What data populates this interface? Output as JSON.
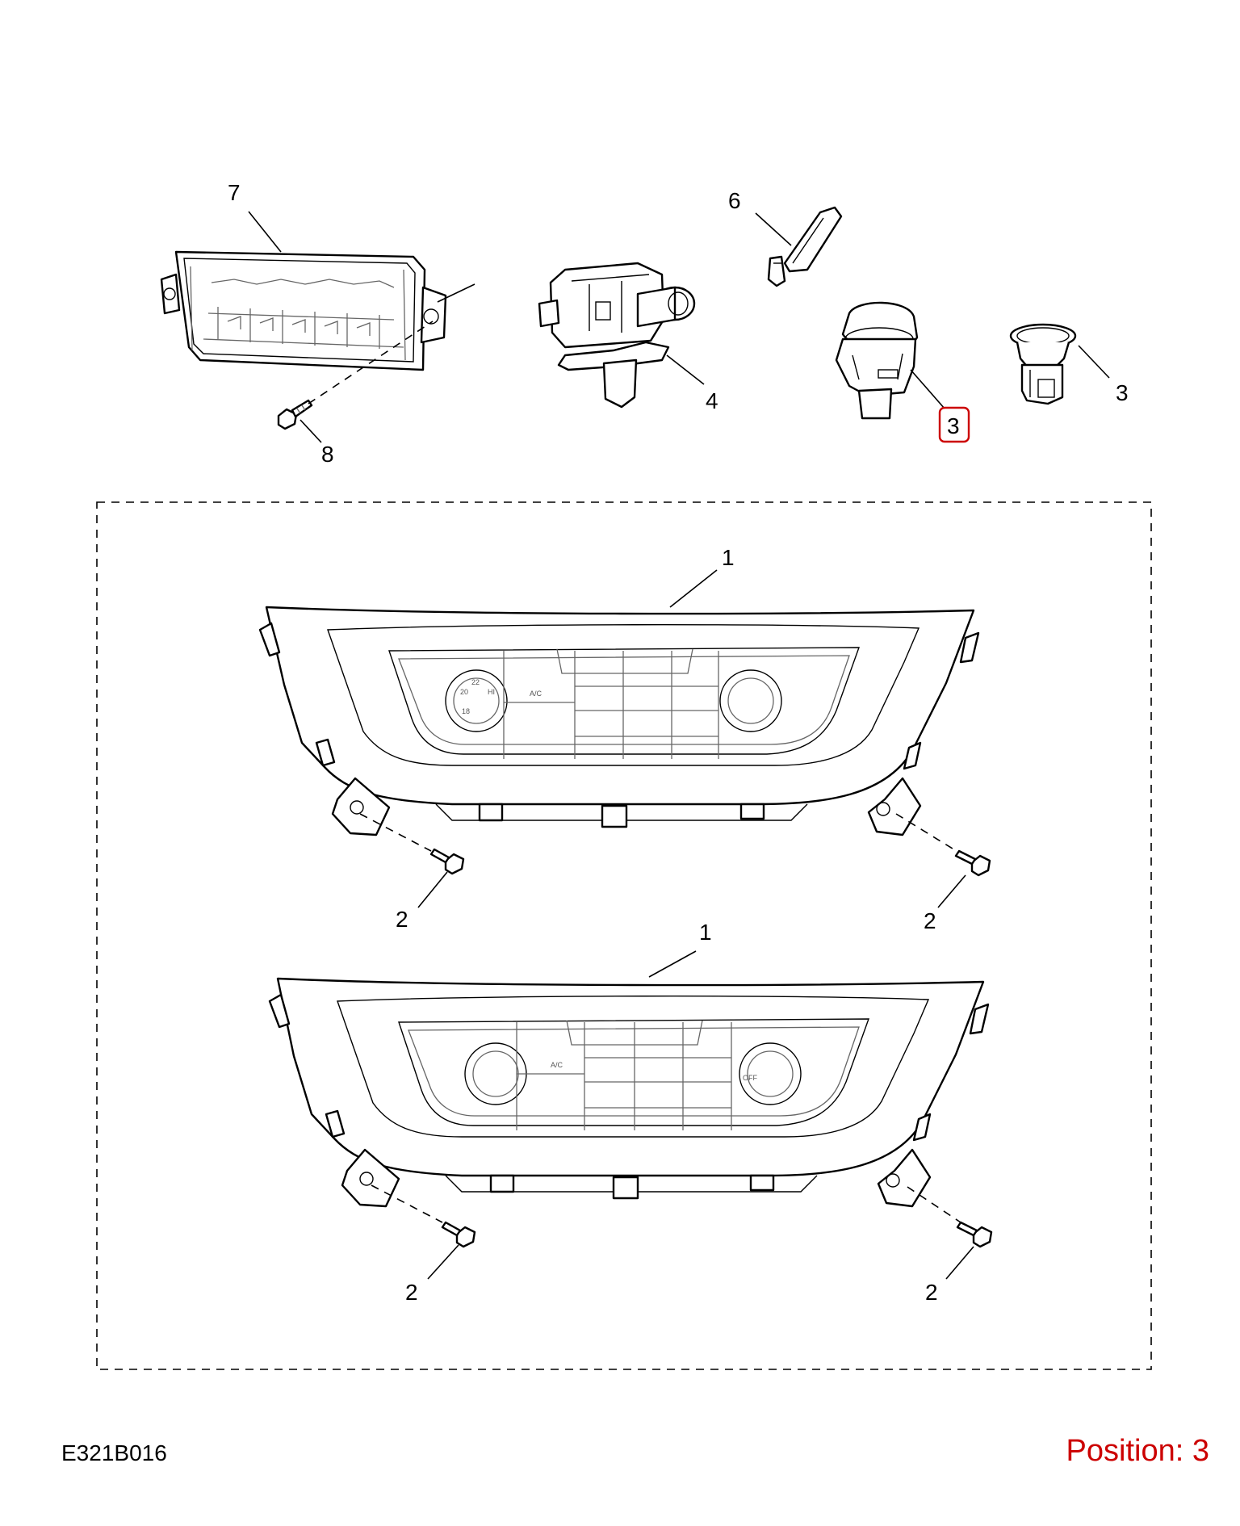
{
  "callouts": {
    "p7": "7",
    "p6": "6",
    "p8": "8",
    "p4": "4",
    "p3_highlighted": "3",
    "p3": "3",
    "p1_top": "1",
    "p1_bottom": "1",
    "p2_top_left": "2",
    "p2_top_right": "2",
    "p2_bottom_left": "2",
    "p2_bottom_right": "2"
  },
  "panel_text": {
    "ac": "A/C",
    "dial_22": "22",
    "dial_20": "20",
    "dial_18": "18",
    "dial_hi": "HI",
    "off": "OFF"
  },
  "highlight_color": "#cc0000",
  "footer": {
    "reference_code": "E321B016",
    "position": "Position: 3"
  }
}
